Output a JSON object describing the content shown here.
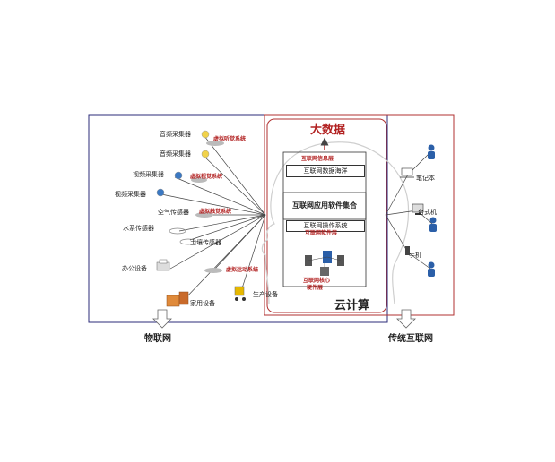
{
  "diagram": {
    "sections": {
      "iot": "物联网",
      "internet": "传统互联网",
      "cloud": "云计算",
      "bigdata": "大数据"
    },
    "sensors": [
      {
        "id": "audio1",
        "label": "音频采集器"
      },
      {
        "id": "audio2",
        "label": "音频采集器"
      },
      {
        "id": "video1",
        "label": "视频采集器"
      },
      {
        "id": "video2",
        "label": "视频采集器"
      },
      {
        "id": "air",
        "label": "空气传感器"
      },
      {
        "id": "water",
        "label": "水系传感器"
      },
      {
        "id": "soil",
        "label": "土壤传感器"
      },
      {
        "id": "office",
        "label": "办公设备"
      },
      {
        "id": "home",
        "label": "家用设备"
      },
      {
        "id": "production",
        "label": "生产设备"
      }
    ],
    "virtual_systems": [
      {
        "id": "hearing",
        "label": "虚拟听觉系统"
      },
      {
        "id": "vision",
        "label": "虚拟视觉系统"
      },
      {
        "id": "touch",
        "label": "虚拟触觉系统"
      },
      {
        "id": "motor",
        "label": "虚拟运动系统"
      }
    ],
    "brain_layers": {
      "info_layer": "互联网信息层",
      "data_center": "互联网数据海洋",
      "software_set": "互联网应用软件集合",
      "os": "互联网操作系统",
      "software_layer": "互联网软件层",
      "core": "互联网核心",
      "hardware": "硬件层"
    },
    "devices": [
      {
        "id": "laptop",
        "label": "笔记本"
      },
      {
        "id": "desktop",
        "label": "台式机"
      },
      {
        "id": "phone",
        "label": "手机"
      }
    ],
    "colors": {
      "iot_border": "#2b2b7a",
      "internet_border": "#b03030",
      "cloud_border": "#b03030",
      "line": "#444444",
      "virtual_label": "#b22222"
    }
  }
}
